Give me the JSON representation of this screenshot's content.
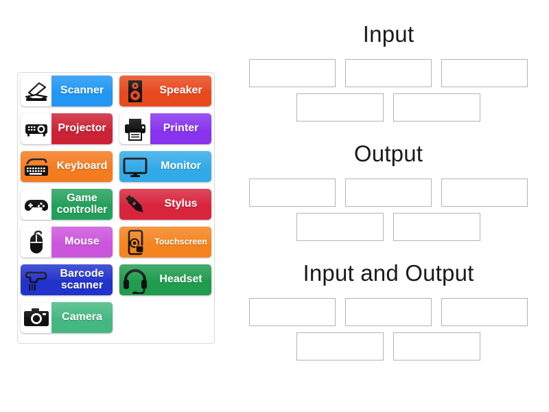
{
  "activity": {
    "type": "group-sort",
    "tile_panel": {
      "name": "draggable-items-panel",
      "tiles": [
        {
          "label": "Scanner",
          "icon": "scanner-icon",
          "color": "#2196f3",
          "icon_bg": "white",
          "font": "normal"
        },
        {
          "label": "Speaker",
          "icon": "speaker-icon",
          "color": "#e8491d",
          "icon_bg": "tint",
          "font": "normal"
        },
        {
          "label": "Projector",
          "icon": "projector-icon",
          "color": "#cc2235",
          "icon_bg": "white",
          "font": "normal"
        },
        {
          "label": "Printer",
          "icon": "printer-icon",
          "color": "#8833ee",
          "icon_bg": "white",
          "font": "normal"
        },
        {
          "label": "Keyboard",
          "icon": "keyboard-icon",
          "color": "#f47b20",
          "icon_bg": "tint",
          "font": "normal"
        },
        {
          "label": "Monitor",
          "icon": "monitor-icon",
          "color": "#33aae8",
          "icon_bg": "tint",
          "font": "normal"
        },
        {
          "label": "Game controller",
          "icon": "game-controller-icon",
          "color": "#22a05a",
          "icon_bg": "white",
          "font": "normal"
        },
        {
          "label": "Stylus",
          "icon": "stylus-icon",
          "color": "#d8243c",
          "icon_bg": "tint",
          "font": "normal"
        },
        {
          "label": "Mouse",
          "icon": "mouse-icon",
          "color": "#cc55dd",
          "icon_bg": "white",
          "font": "normal"
        },
        {
          "label": "Touchscreen",
          "icon": "touchscreen-icon",
          "color": "#f4841f",
          "icon_bg": "tint",
          "font": "small"
        },
        {
          "label": "Barcode scanner",
          "icon": "barcode-scanner-icon",
          "color": "#2233cc",
          "icon_bg": "tint",
          "font": "normal"
        },
        {
          "label": "Headset",
          "icon": "headset-icon",
          "color": "#1f9c4d",
          "icon_bg": "tint",
          "font": "normal"
        },
        {
          "label": "Camera",
          "icon": "camera-icon",
          "color": "#45b882",
          "icon_bg": "white",
          "font": "normal"
        }
      ]
    },
    "groups": [
      {
        "title": "Input",
        "row1_zones": 3,
        "row2_zones": 2,
        "filled": []
      },
      {
        "title": "Output",
        "row1_zones": 3,
        "row2_zones": 2,
        "filled": []
      },
      {
        "title": "Input and Output",
        "row1_zones": 3,
        "row2_zones": 2,
        "filled": []
      }
    ],
    "colors": {
      "page_background": "#ffffff",
      "panel_border": "#d8d8d8",
      "drop_zone_border": "#b3b3b3",
      "heading_text": "#1a1a1a",
      "tile_text": "#ffffff"
    }
  }
}
